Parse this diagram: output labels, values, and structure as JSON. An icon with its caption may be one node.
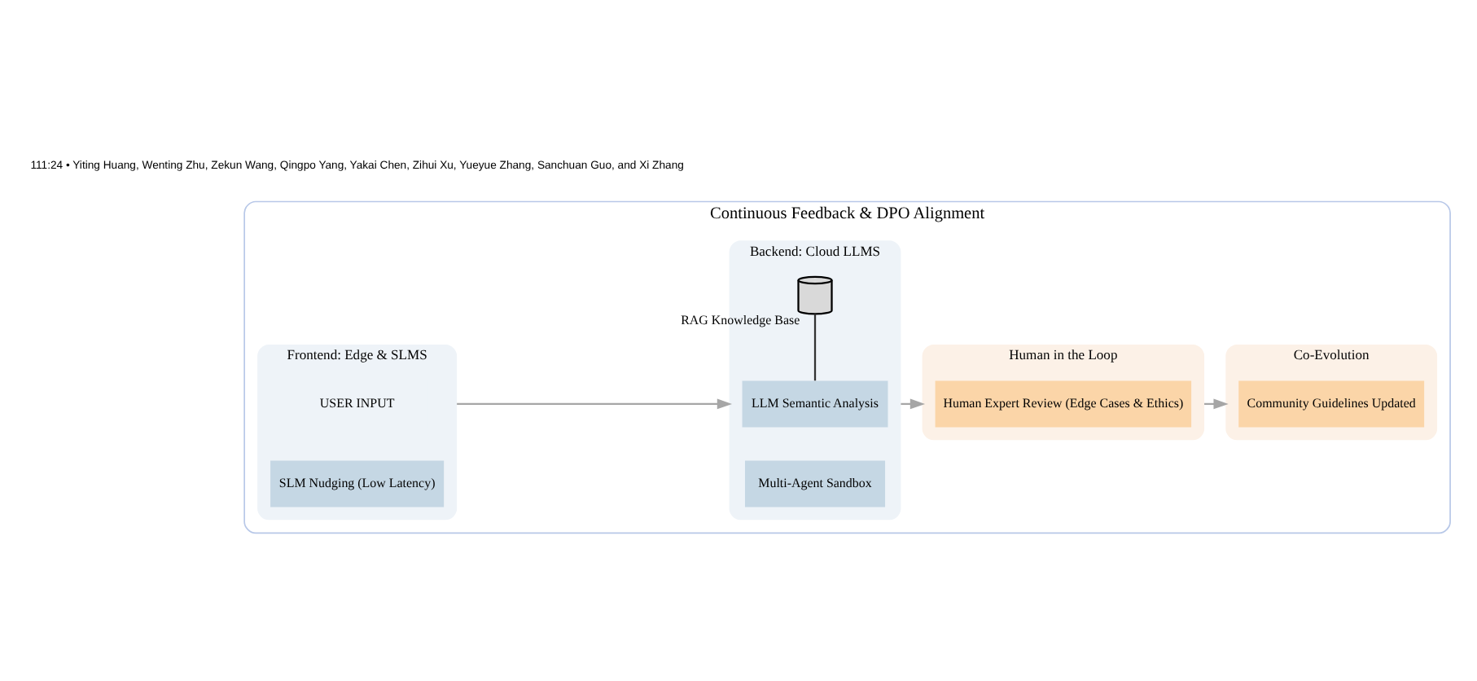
{
  "diagram": {
    "nodes": [
      {
        "text": [
          "Continuous Feedback & DPO Alignment"
        ]
      },
      {
        "text": [
          "Frontend: Edge & SLMS"
        ],
        "in": 0
      },
      {
        "text": [
          "USER INPUT"
        ],
        "in": 1
      },
      {
        "text": [
          "SLM Nudging (Low Latency)"
        ],
        "in": 1
      },
      {
        "text": [
          "Backend: Cloud LLMS"
        ],
        "in": 0
      },
      {
        "text": [
          "LLM Semantic Analysis"
        ],
        "in": 4
      },
      {
        "text": [],
        "shape": "cylinder",
        "beside": [
          "RAG Knowledge Base"
        ],
        "in": 4
      },
      {
        "text": [
          "Multi-Agent Sandbox"
        ],
        "in": 4
      },
      {
        "text": [
          "Human in the Loop"
        ],
        "in": 0
      },
      {
        "text": [
          "Human Expert Review (Edge Cases & Ethics)"
        ],
        "in": 8
      },
      {
        "text": [
          "Co-Evolution"
        ],
        "in": 0
      },
      {
        "text": [
          "Community Guidelines Updated"
        ],
        "in": 10
      }
    ],
    "edges": [
      {
        "from": 1,
        "to": 4,
        "arrow": "to"
      },
      {
        "from": 4,
        "to": 8,
        "arrow": "to"
      },
      {
        "from": 8,
        "to": 10,
        "arrow": "to"
      },
      {
        "from": 5,
        "to": 6,
        "arrow": "none",
        "color": "#333333"
      }
    ],
    "labels": [
      "111:24 • Yiting Huang, Wenting Zhu, Zekun Wang, Qingpo Yang, Yakai Chen, Zihui Xu, Yueyue Zhang, Sanchuan Guo, and Xi Zhang"
    ]
  }
}
